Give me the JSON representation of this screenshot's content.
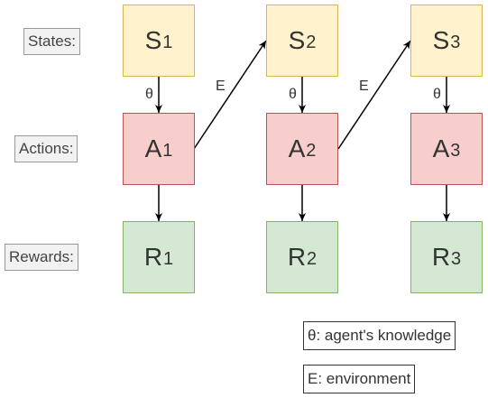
{
  "row_labels": {
    "states": "States:",
    "actions": "Actions:",
    "rewards": "Rewards:"
  },
  "columns": [
    {
      "state": {
        "sym": "S",
        "sub": "1"
      },
      "action": {
        "sym": "A",
        "sub": "1"
      },
      "reward": {
        "sym": "R",
        "sub": "1"
      }
    },
    {
      "state": {
        "sym": "S",
        "sub": "2"
      },
      "action": {
        "sym": "A",
        "sub": "2"
      },
      "reward": {
        "sym": "R",
        "sub": "2"
      }
    },
    {
      "state": {
        "sym": "S",
        "sub": "3"
      },
      "action": {
        "sym": "A",
        "sub": "3"
      },
      "reward": {
        "sym": "R",
        "sub": "3"
      }
    }
  ],
  "edge_labels": {
    "policy": "θ",
    "transition": "E"
  },
  "legend": {
    "theta": "θ: agent's knowledge",
    "env": "E: environment"
  },
  "colors": {
    "state_fill": "#fff2cc",
    "state_stroke": "#d6b656",
    "action_fill": "#f8cecc",
    "action_stroke": "#b85450",
    "reward_fill": "#d5e8d4",
    "reward_stroke": "#82b366"
  }
}
